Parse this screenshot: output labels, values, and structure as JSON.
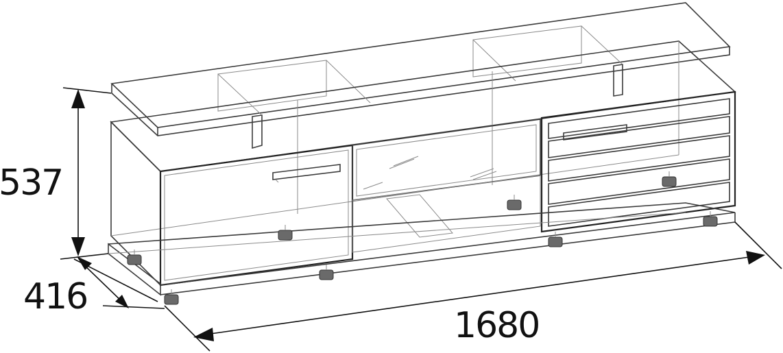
{
  "dimensions": {
    "height": "537",
    "depth": "416",
    "width": "1680"
  },
  "colors": {
    "line": "#3a3a3a",
    "line_light": "#8a8a8a",
    "dimension": "#111111",
    "background": "#ffffff"
  }
}
